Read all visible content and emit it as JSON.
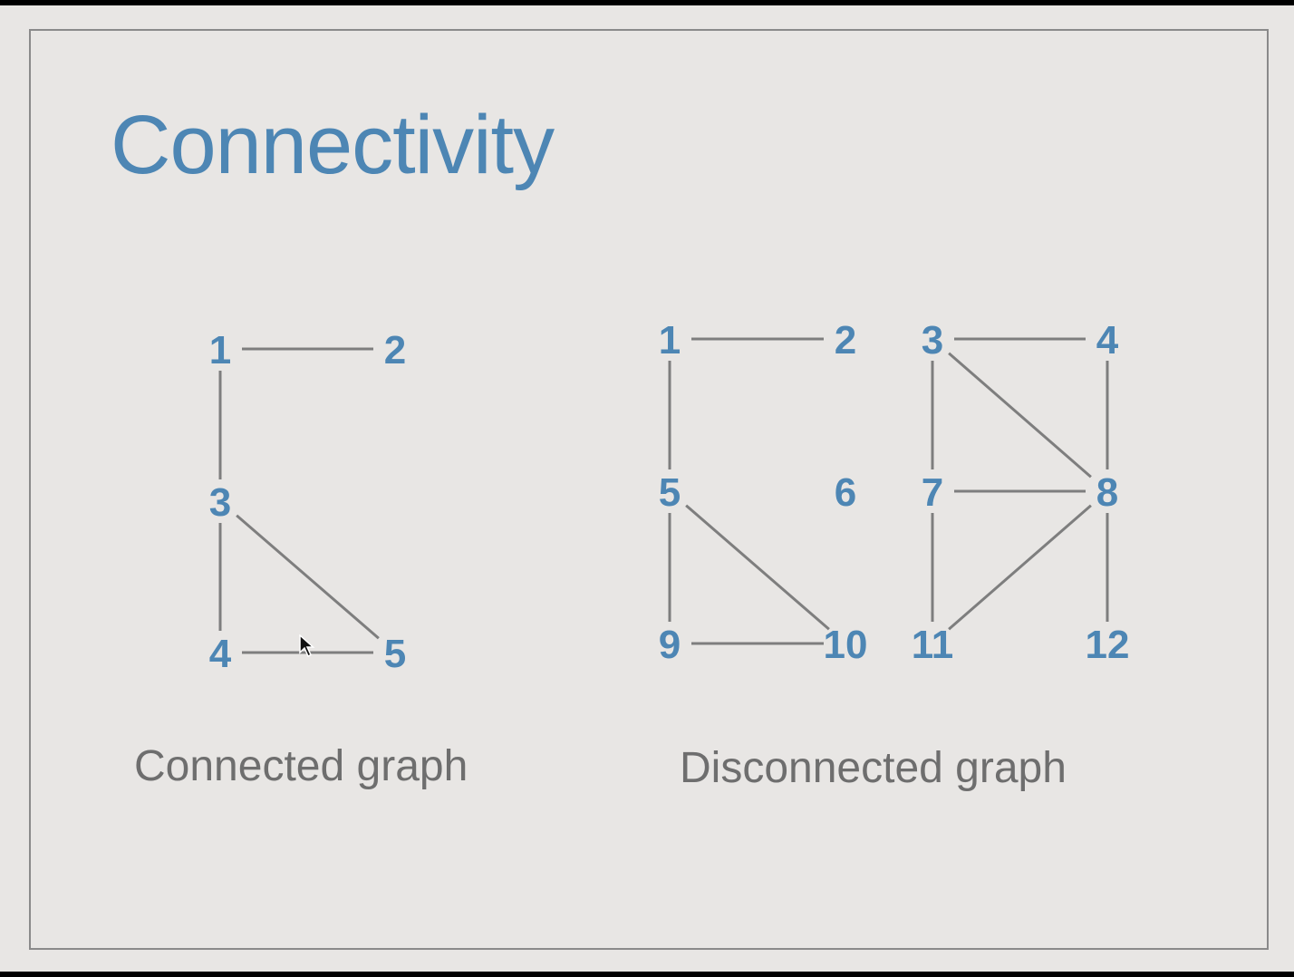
{
  "slide": {
    "title": "Connectivity",
    "connected_caption": "Connected graph",
    "disconnected_caption": "Disconnected graph"
  },
  "colors": {
    "accent": "#4d86b4",
    "edge": "#7e7e7e",
    "background": "#e8e6e4",
    "caption": "#6e6e6e"
  },
  "connected_graph": {
    "nodes": [
      "1",
      "2",
      "3",
      "4",
      "5"
    ],
    "edges": [
      [
        "1",
        "2"
      ],
      [
        "1",
        "3"
      ],
      [
        "3",
        "4"
      ],
      [
        "3",
        "5"
      ],
      [
        "4",
        "5"
      ]
    ]
  },
  "disconnected_graph": {
    "nodes": [
      "1",
      "2",
      "3",
      "4",
      "5",
      "6",
      "7",
      "8",
      "9",
      "10",
      "11",
      "12"
    ],
    "edges": [
      [
        "1",
        "2"
      ],
      [
        "1",
        "5"
      ],
      [
        "5",
        "9"
      ],
      [
        "5",
        "10"
      ],
      [
        "9",
        "10"
      ],
      [
        "3",
        "4"
      ],
      [
        "3",
        "7"
      ],
      [
        "3",
        "8"
      ],
      [
        "4",
        "8"
      ],
      [
        "7",
        "8"
      ],
      [
        "7",
        "11"
      ],
      [
        "8",
        "11"
      ],
      [
        "8",
        "12"
      ]
    ]
  },
  "cursor_icon": "arrow-pointer-icon"
}
